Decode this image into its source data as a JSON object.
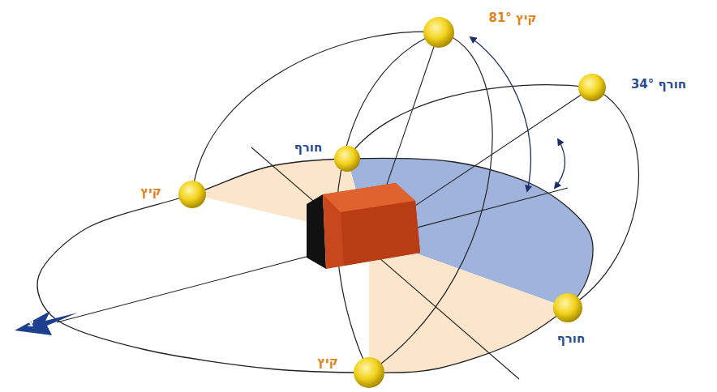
{
  "diagram": {
    "labels": [
      "81° קיץ",
      "34° חורף",
      "חורף",
      "קיץ",
      "חורף",
      "קיץ",
      "צ"
    ]
  }
}
